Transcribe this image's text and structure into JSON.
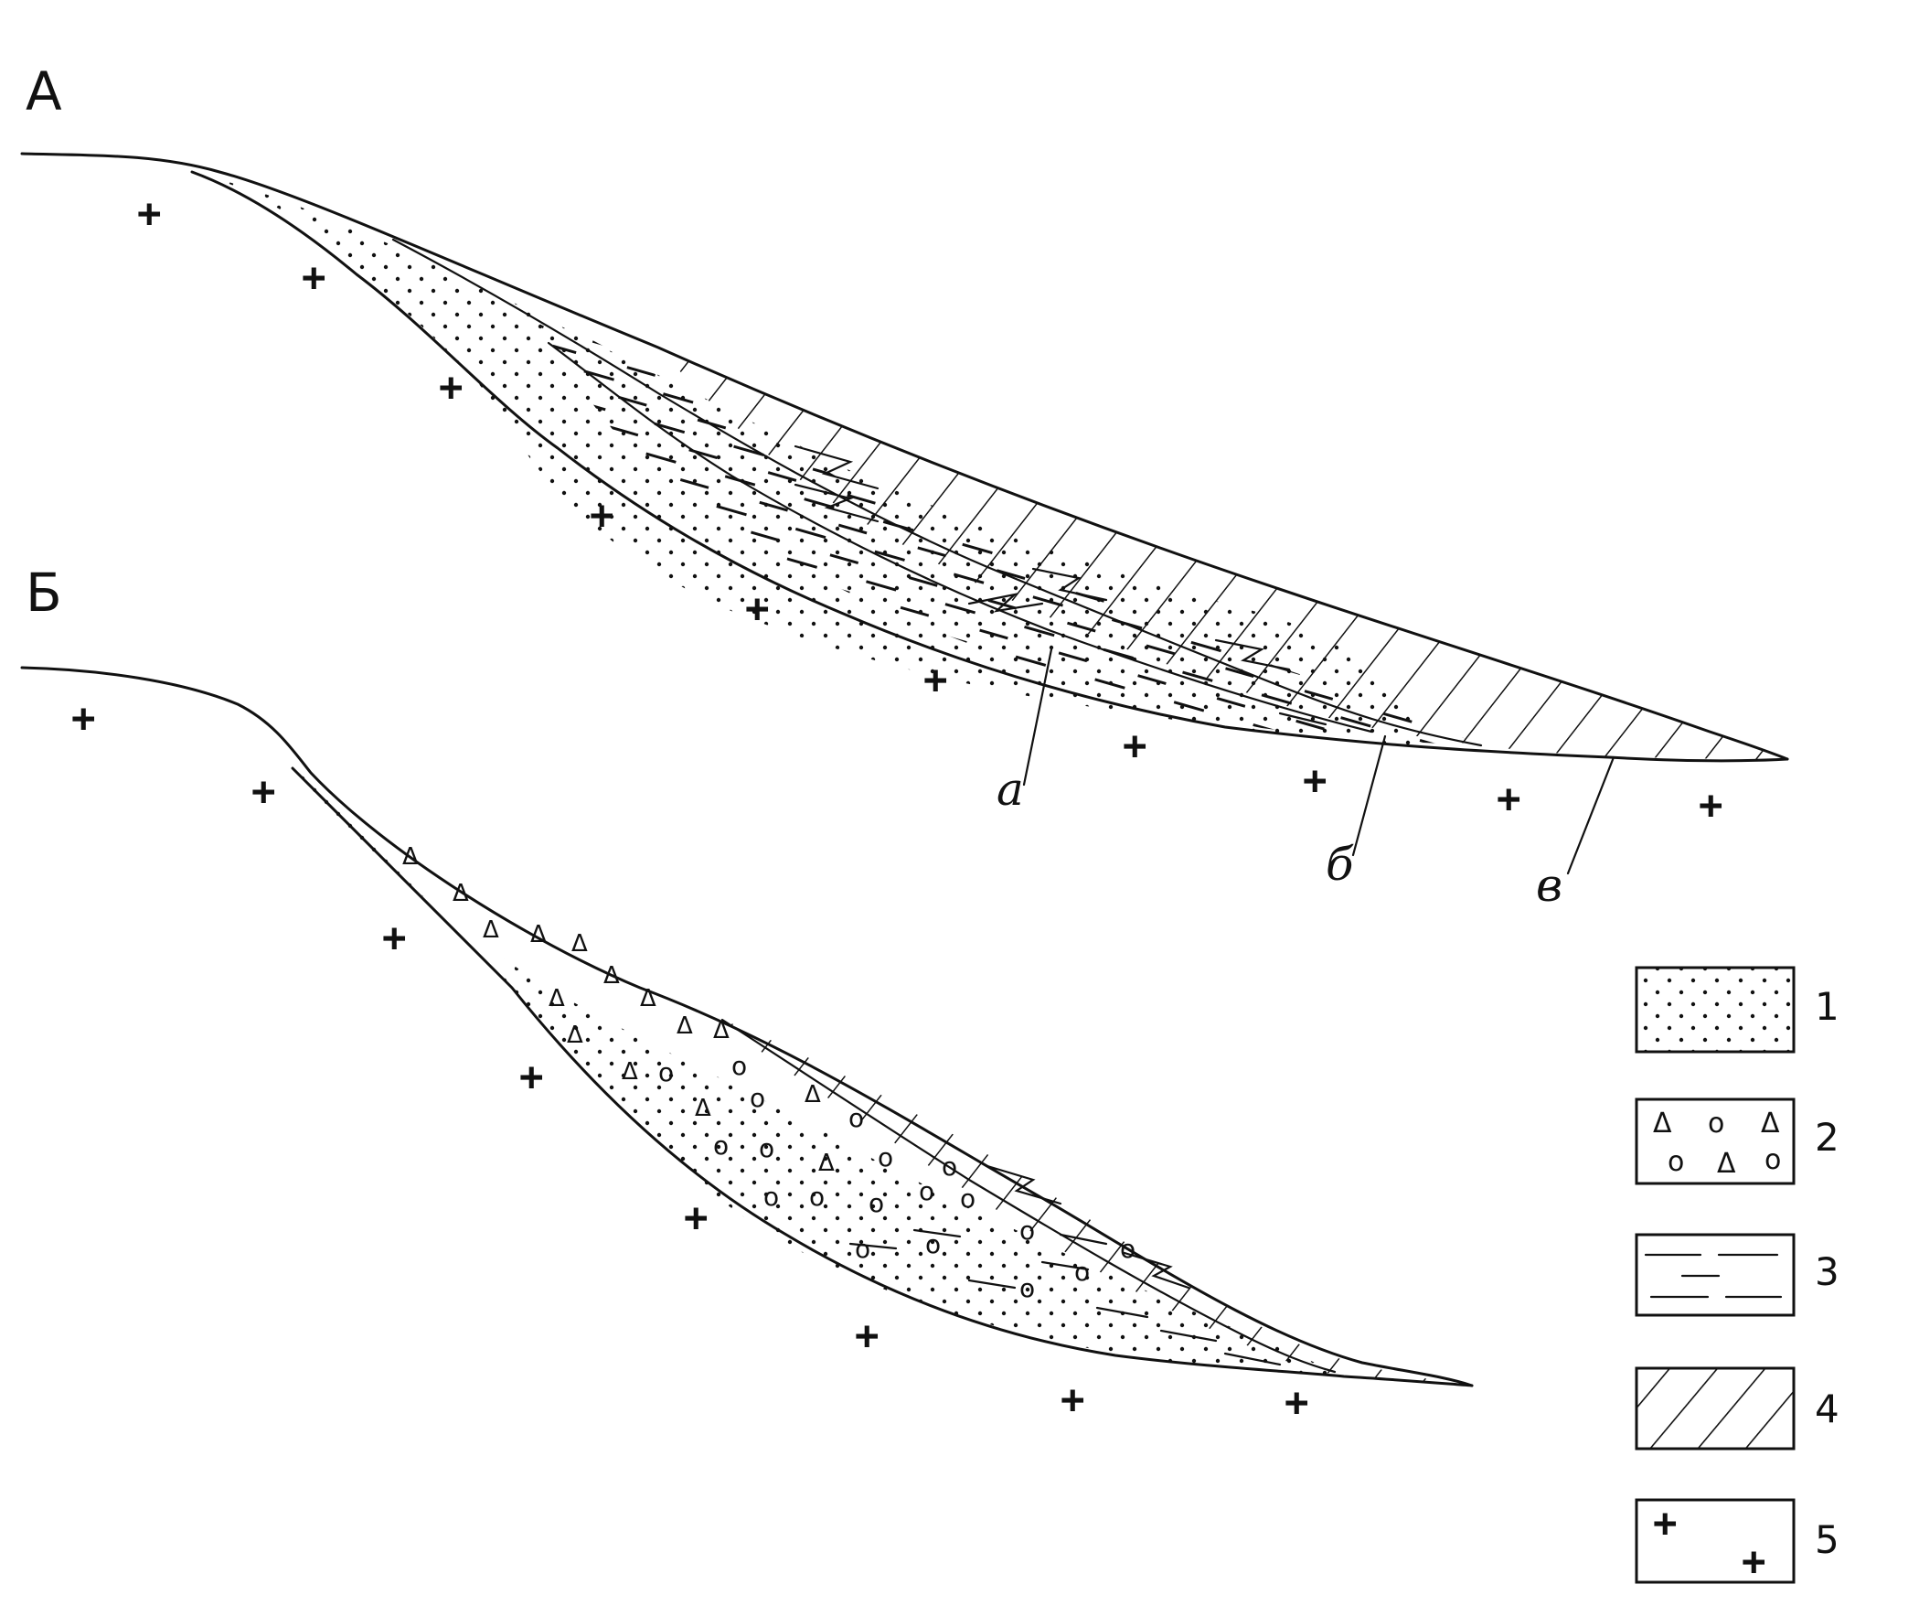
{
  "panels": {
    "a_label": "А",
    "b_label": "Б"
  },
  "callouts": {
    "a": "а",
    "b": "б",
    "v": "в"
  },
  "legend": [
    {
      "number": "1",
      "pattern": "dots"
    },
    {
      "number": "2",
      "pattern": "triangles-circles"
    },
    {
      "number": "3",
      "pattern": "dashes"
    },
    {
      "number": "4",
      "pattern": "hatch"
    },
    {
      "number": "5",
      "pattern": "crosses"
    }
  ],
  "symbols": {
    "basement": "+",
    "triangle": "Δ",
    "circle": "o"
  },
  "colors": {
    "ink": "#111111",
    "paper": "#ffffff"
  }
}
